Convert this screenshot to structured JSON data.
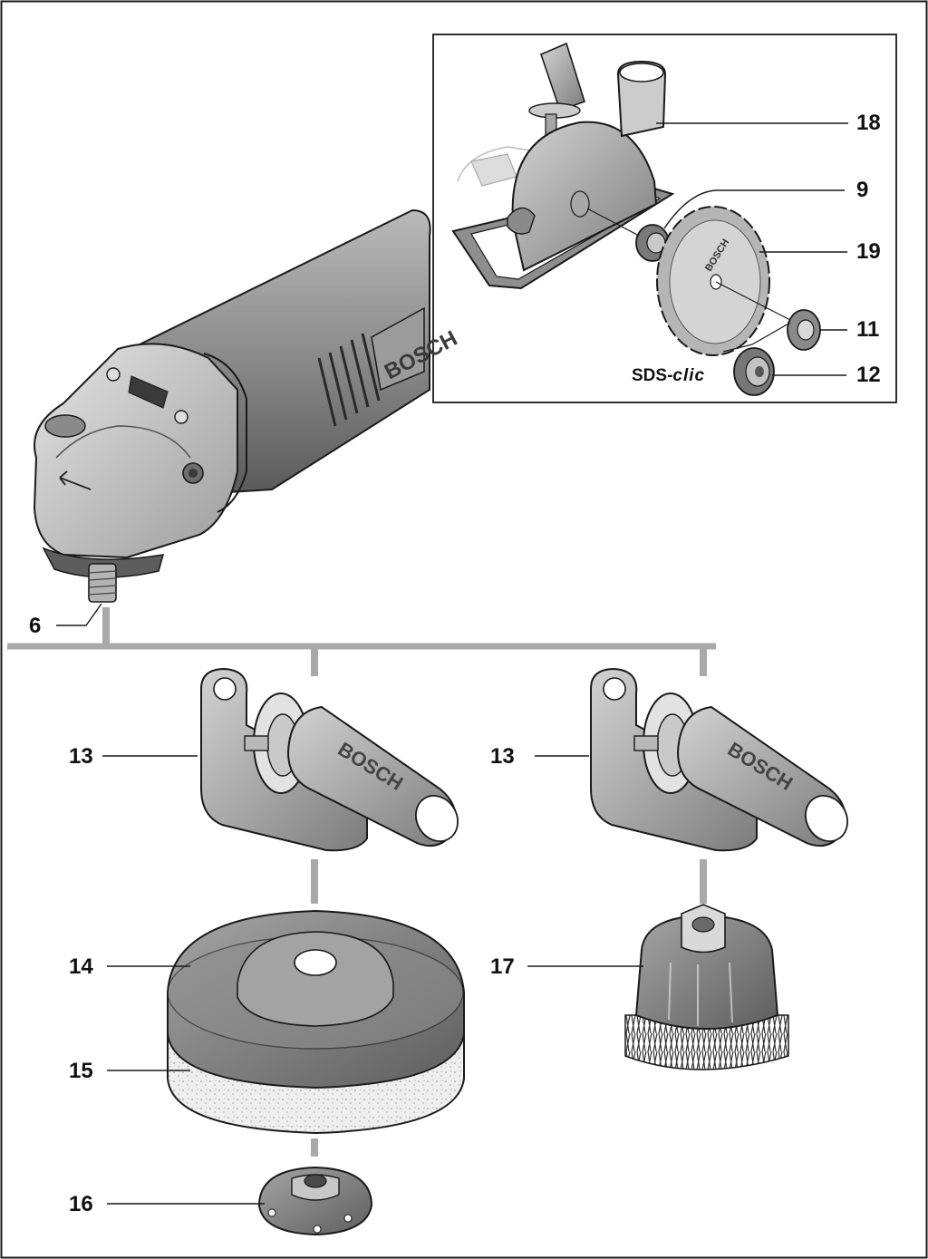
{
  "callouts": {
    "c18": "18",
    "c9": "9",
    "c19": "19",
    "c11": "11",
    "c12": "12",
    "c6": "6",
    "c13_left": "13",
    "c13_right": "13",
    "c14": "14",
    "c15": "15",
    "c16": "16",
    "c17": "17"
  },
  "sds_prefix": "SDS-",
  "sds_suffix": "clic",
  "brand_text": {
    "grinder": "BOSCH",
    "handle_left": "BOSCH",
    "handle_right": "BOSCH",
    "blade": "BOSCH"
  },
  "colors": {
    "line": "#1a1a1a",
    "connector": "#a9a9a9",
    "metal_dark": "#6f6f6f",
    "metal_mid": "#9a9a9a",
    "metal_light": "#c8c8c8",
    "body": "#8c8c8c",
    "body_light": "#cfcfcf",
    "foam": "#eeeeee"
  }
}
